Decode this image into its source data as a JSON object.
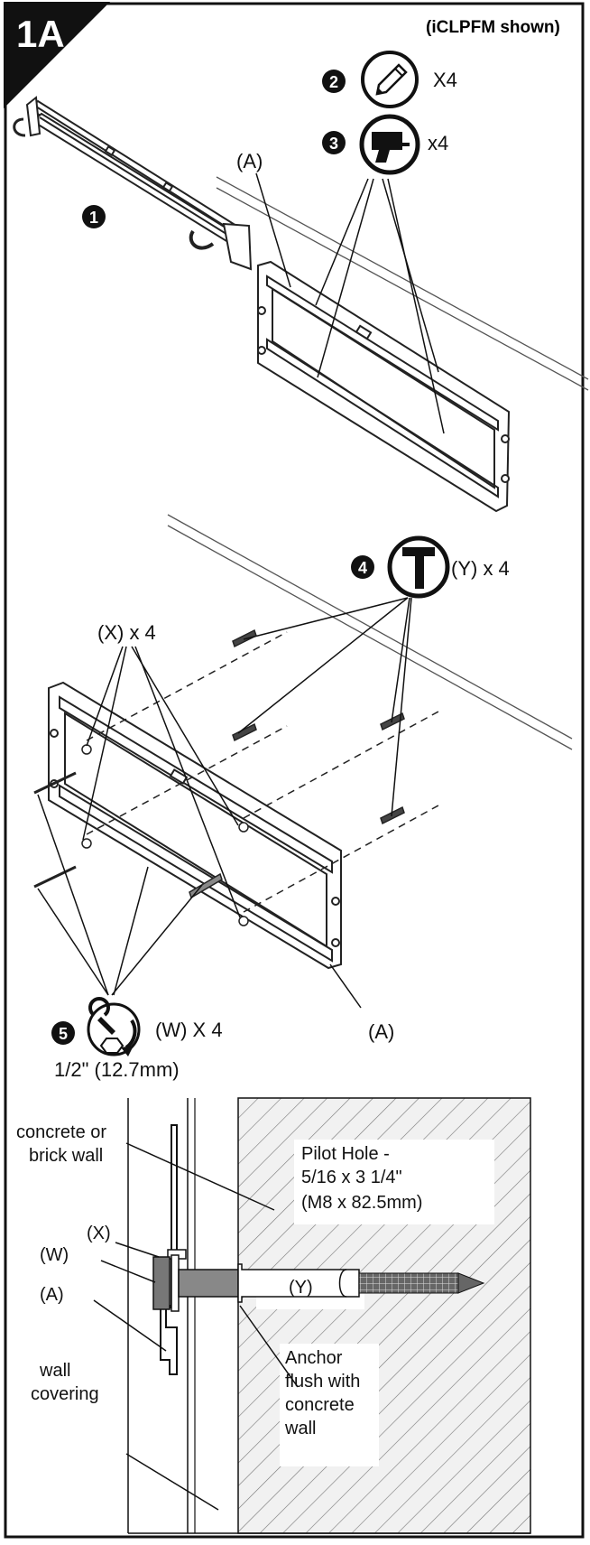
{
  "step": {
    "label": "1A",
    "note": "(iCLPFM shown)"
  },
  "top": {
    "marker_1": "1",
    "marker_2": "2",
    "marker_3": "3",
    "pencil": {
      "count": "X4",
      "icon": "pencil-icon"
    },
    "drill": {
      "count": "x4",
      "icon": "drill-icon"
    },
    "label_a": "(A)"
  },
  "middle": {
    "marker_4": "4",
    "marker_5": "5",
    "hammer": {
      "label": "(Y) x 4",
      "icon": "hammer-icon"
    },
    "label_x": "(X) x 4",
    "wrench": {
      "label": "(W) X 4",
      "size": "1/2\" (12.7mm)",
      "icon": "wrench-icon"
    },
    "label_a": "(A)"
  },
  "detail": {
    "wall_label_1": "concrete or",
    "wall_label_2": "brick wall",
    "pilot_1": "Pilot Hole -",
    "pilot_2": "5/16 x 3 1/4\"",
    "pilot_3": "(M8 x 82.5mm)",
    "label_x": "(X)",
    "label_w": "(W)",
    "label_a": "(A)",
    "label_y": "(Y)",
    "covering_1": "wall",
    "covering_2": "covering",
    "anchor_1": "Anchor",
    "anchor_2": "flush with",
    "anchor_3": "concrete",
    "anchor_4": "wall"
  }
}
